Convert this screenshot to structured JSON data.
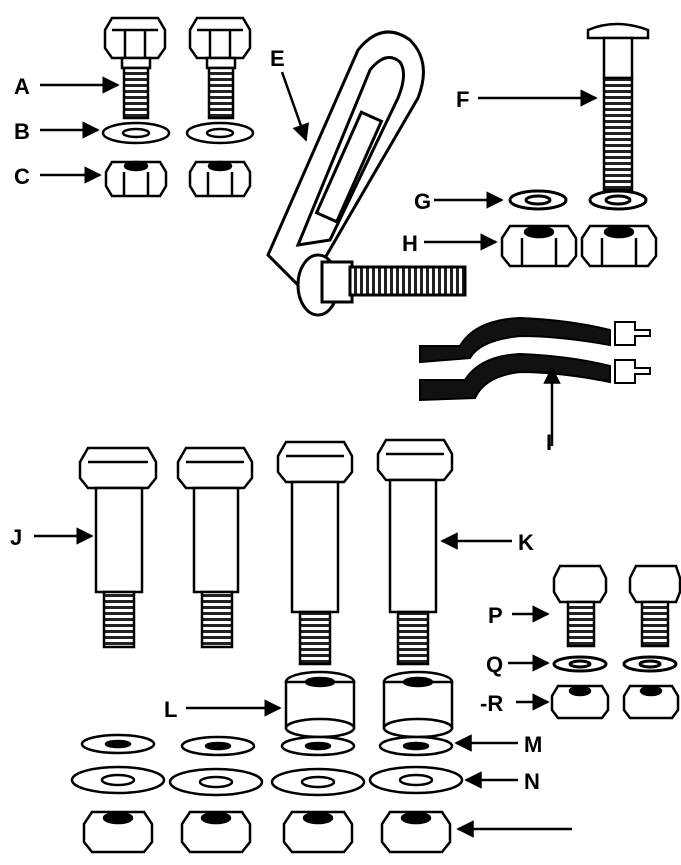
{
  "diagram": {
    "labels": {
      "a": "A",
      "b": "B",
      "c": "C",
      "e": "E",
      "f": "F",
      "g": "G",
      "h": "H",
      "i": "I",
      "j": "J",
      "k": "K",
      "l": "L",
      "m": "M",
      "n": "N",
      "p": "P",
      "q": "Q",
      "r": "-R"
    }
  },
  "colors": {
    "ink": "#000000",
    "paper": "#ffffff",
    "light": "#d9d9d9"
  }
}
